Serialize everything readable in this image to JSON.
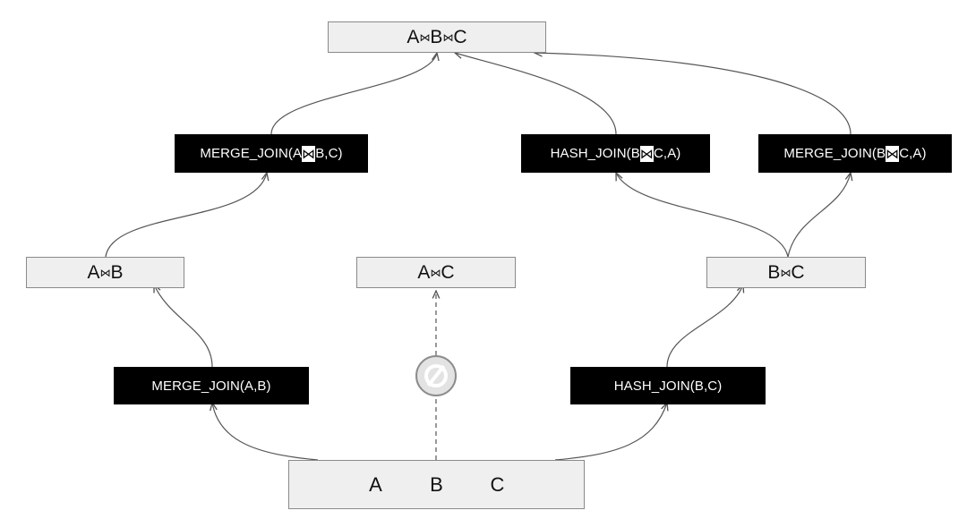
{
  "top": {
    "left": "A",
    "join1": "⋈",
    "mid": "B",
    "join2": "⋈",
    "right": "C"
  },
  "merge_join_ab_c": {
    "prefix": "MERGE_JOIN(A",
    "mark": "⋈",
    "suffix": "B,C)"
  },
  "hash_join_bc_a": {
    "prefix": "HASH_JOIN(B",
    "mark": "⋈",
    "suffix": "C,A)"
  },
  "merge_join_bc_a": {
    "prefix": "MERGE_JOIN(B",
    "mark": "⋈",
    "suffix": "C,A)"
  },
  "ab": {
    "left": "A",
    "join": "⋈",
    "right": "B"
  },
  "ac": {
    "left": "A",
    "join": "⋈",
    "right": "C"
  },
  "bc": {
    "left": "B",
    "join": "⋈",
    "right": "C"
  },
  "merge_join_ab": "MERGE_JOIN(A,B)",
  "hash_join_bc": "HASH_JOIN(B,C)",
  "base": {
    "a": "A",
    "b": "B",
    "c": "C"
  },
  "colors": {
    "edge": "#555555",
    "node_fill": "#efefef",
    "operator_fill": "#000000",
    "forbidden": "#8c8c8c"
  },
  "icons": {
    "forbidden": "no-entry-icon"
  }
}
